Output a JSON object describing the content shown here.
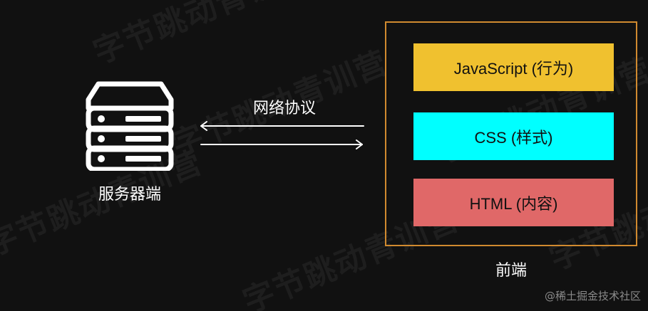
{
  "watermark_text": "字节跳动青训营",
  "server": {
    "label": "服务器端",
    "icon": "server-icon"
  },
  "protocol": {
    "label": "网络协议"
  },
  "frontend": {
    "label": "前端",
    "layers": [
      {
        "label": "JavaScript (行为)",
        "color": "#f0c12f"
      },
      {
        "label": "CSS (样式)",
        "color": "#00ffff"
      },
      {
        "label": "HTML (内容)",
        "color": "#e06868"
      }
    ],
    "border_color": "#d18a2f"
  },
  "credit": "@稀土掘金技术社区",
  "colors": {
    "background": "#111111",
    "text": "#ffffff"
  }
}
